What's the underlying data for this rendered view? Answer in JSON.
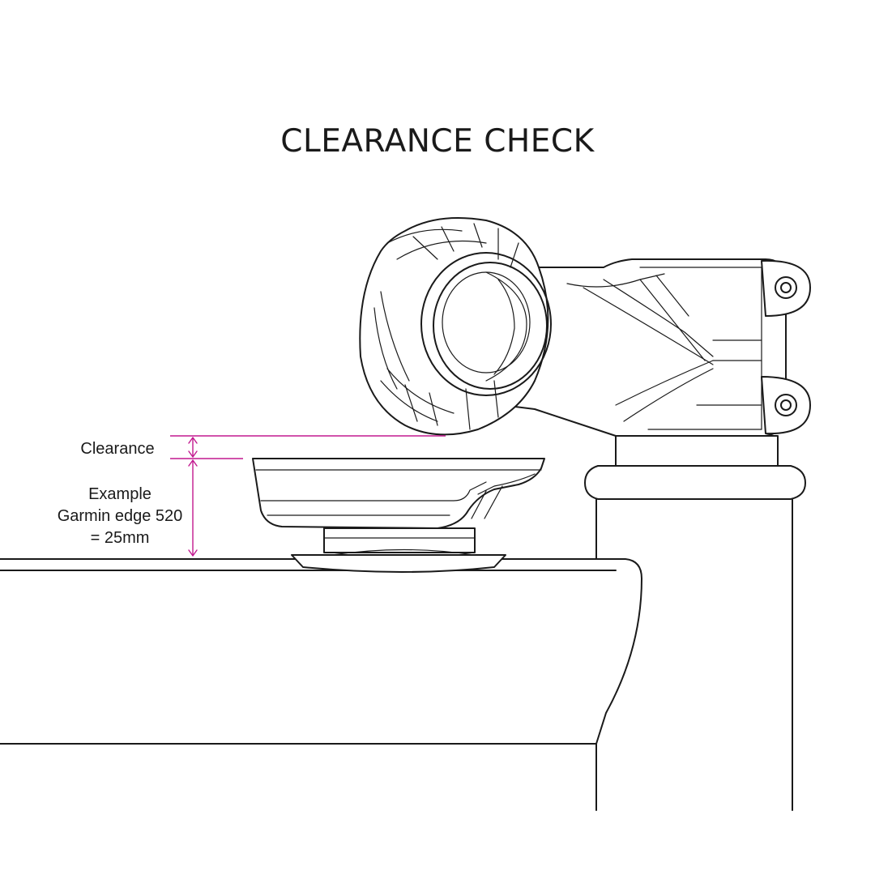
{
  "title": "CLEARANCE CHECK",
  "labels": {
    "clearance": "Clearance",
    "example_line1": "Example",
    "example_line2": "Garmin edge 520",
    "example_line3": "= 25mm"
  },
  "colors": {
    "line": "#1a1a1a",
    "dimension": "#c2188f",
    "background": "#ffffff"
  }
}
